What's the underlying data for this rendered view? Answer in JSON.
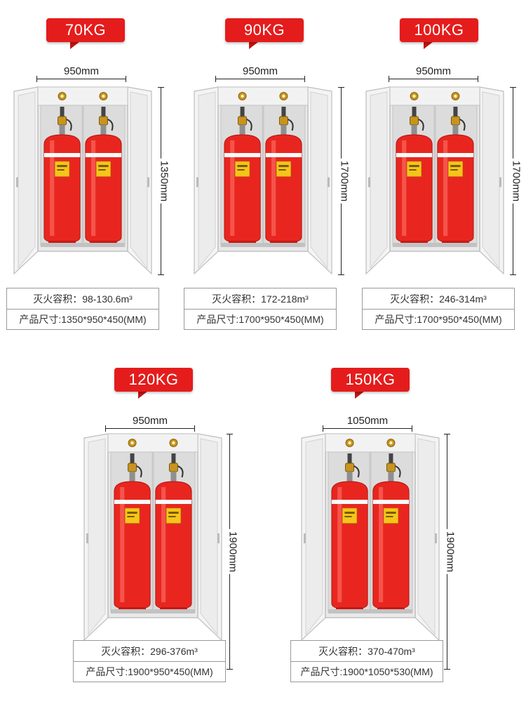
{
  "products": [
    {
      "weight": "70KG",
      "width": "950mm",
      "height": "1350mm",
      "volume": "灭火容积：98-130.6m³",
      "size": "产品尺寸:1350*950*450(MM)"
    },
    {
      "weight": "90KG",
      "width": "950mm",
      "height": "1700mm",
      "volume": "灭火容积：172-218m³",
      "size": "产品尺寸:1700*950*450(MM)"
    },
    {
      "weight": "100KG",
      "width": "950mm",
      "height": "1700mm",
      "volume": "灭火容积：246-314m³",
      "size": "产品尺寸:1700*950*450(MM)"
    },
    {
      "weight": "120KG",
      "width": "950mm",
      "height": "1900mm",
      "volume": "灭火容积：296-376m³",
      "size": "产品尺寸:1900*950*450(MM)"
    },
    {
      "weight": "150KG",
      "width": "1050mm",
      "height": "1900mm",
      "volume": "灭火容积：370-470m³",
      "size": "产品尺寸:1900*1050*530(MM)"
    }
  ],
  "colors": {
    "badge": "#e51c1c",
    "cylinder": "#e8261f",
    "cabinet": "#e9e9e9",
    "brass": "#c8941e"
  },
  "icons": [
    "fire-suppression-cabinet-icon",
    "gas-cylinder-icon",
    "pressure-gauge-icon"
  ]
}
